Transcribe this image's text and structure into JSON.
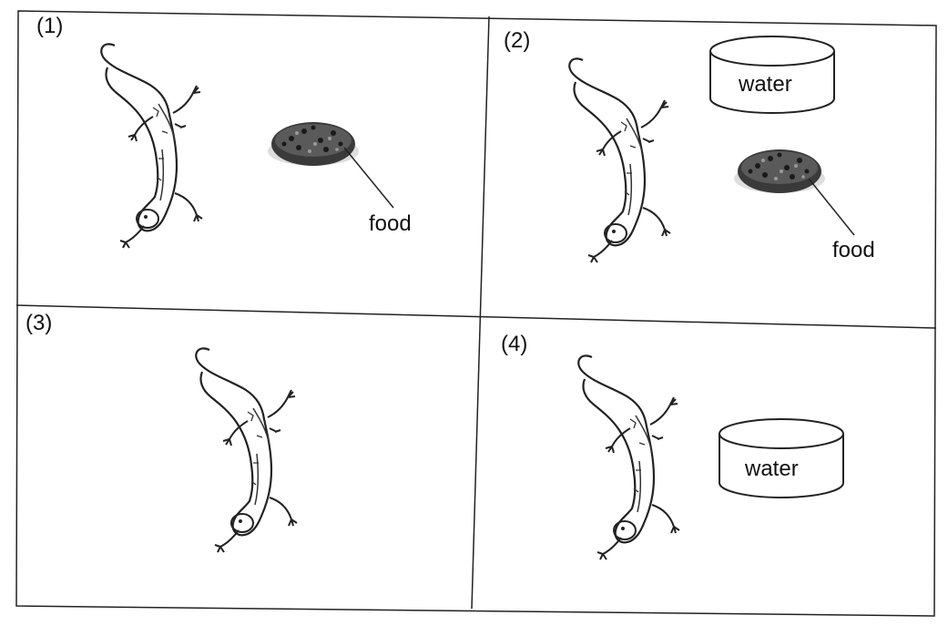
{
  "panels": [
    {
      "label": "(1)",
      "items": [
        "food"
      ]
    },
    {
      "label": "(2)",
      "items": [
        "water",
        "food"
      ]
    },
    {
      "label": "(3)",
      "items": []
    },
    {
      "label": "(4)",
      "items": [
        "water"
      ]
    }
  ],
  "labels": {
    "food": "food",
    "water": "water"
  },
  "colors": {
    "line": "#222222",
    "food_fill": "#3a3a3a",
    "background": "#ffffff"
  },
  "icons": {
    "animal": "salamander-icon",
    "food": "food-dish-icon",
    "water": "water-container-icon"
  }
}
